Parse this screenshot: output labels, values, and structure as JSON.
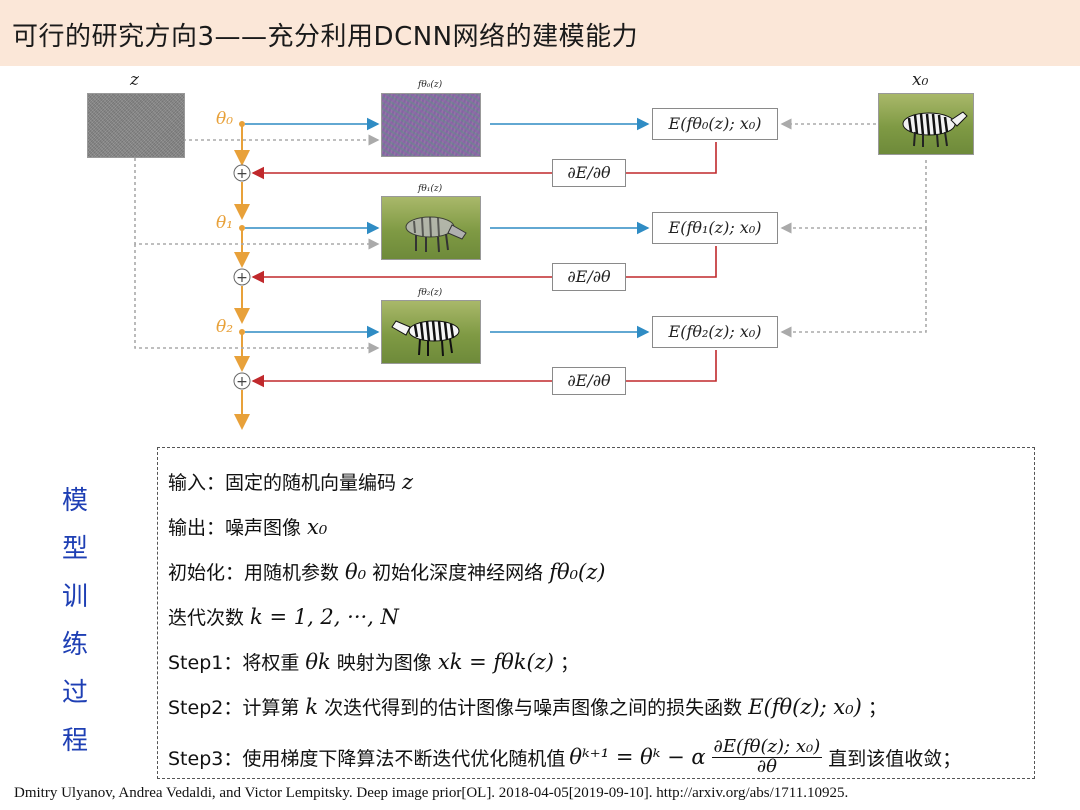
{
  "header": {
    "title": "可行的研究方向3——充分利用DCNN网络的建模能力"
  },
  "diagram": {
    "z_label": "z",
    "x0_label": "x₀",
    "f_labels": [
      "fθ₀(z)",
      "fθ₁(z)",
      "fθ₂(z)"
    ],
    "theta_labels": [
      "θ₀",
      "θ₁",
      "θ₂"
    ],
    "energy_labels": [
      "E(fθ₀(z); x₀)",
      "E(fθ₁(z); x₀)",
      "E(fθ₂(z); x₀)"
    ],
    "grad_label": "∂E/∂θ",
    "plus_symbol": "+",
    "colors": {
      "theta": "#e8a13a",
      "forward": "#2f8cc4",
      "backward": "#c0292c",
      "dotted": "#aaaaaa"
    }
  },
  "side_label": [
    "模",
    "型",
    "训",
    "练",
    "过",
    "程"
  ],
  "algorithm": {
    "input": {
      "text": "输入：固定的随机向量编码 ",
      "math": "z"
    },
    "output": {
      "text": "输出：噪声图像 ",
      "math": "x₀"
    },
    "init": {
      "text1": "初始化：用随机参数 ",
      "math1": "θ₀",
      "text2": " 初始化深度神经网络 ",
      "math2": "fθ₀(z)"
    },
    "iters": {
      "text": "迭代次数 ",
      "math": "k = 1, 2, ···, N"
    },
    "step1": {
      "text1": "Step1：将权重 ",
      "math1": "θk",
      "text2": " 映射为图像 ",
      "math2": "xk = fθk(z)",
      "text3": " ；"
    },
    "step2": {
      "text1": "Step2：计算第 ",
      "math1": "k",
      "text2": " 次迭代得到的估计图像与噪声图像之间的损失函数 ",
      "math2": "E(fθ(z); x₀)",
      "text3": " ；"
    },
    "step3": {
      "text1": "Step3：使用梯度下降算法不断迭代优化随机值 ",
      "math1": "θᵏ⁺¹ = θᵏ − α",
      "frac_num": "∂E(fθ(z); x₀)",
      "frac_den": "∂θ",
      "text2": " 直到该值收敛；"
    }
  },
  "citation": "Dmitry Ulyanov, Andrea Vedaldi, and Victor Lempitsky. Deep image prior[OL]. 2018-04-05[2019-09-10]. http://arxiv.org/abs/1711.10925."
}
